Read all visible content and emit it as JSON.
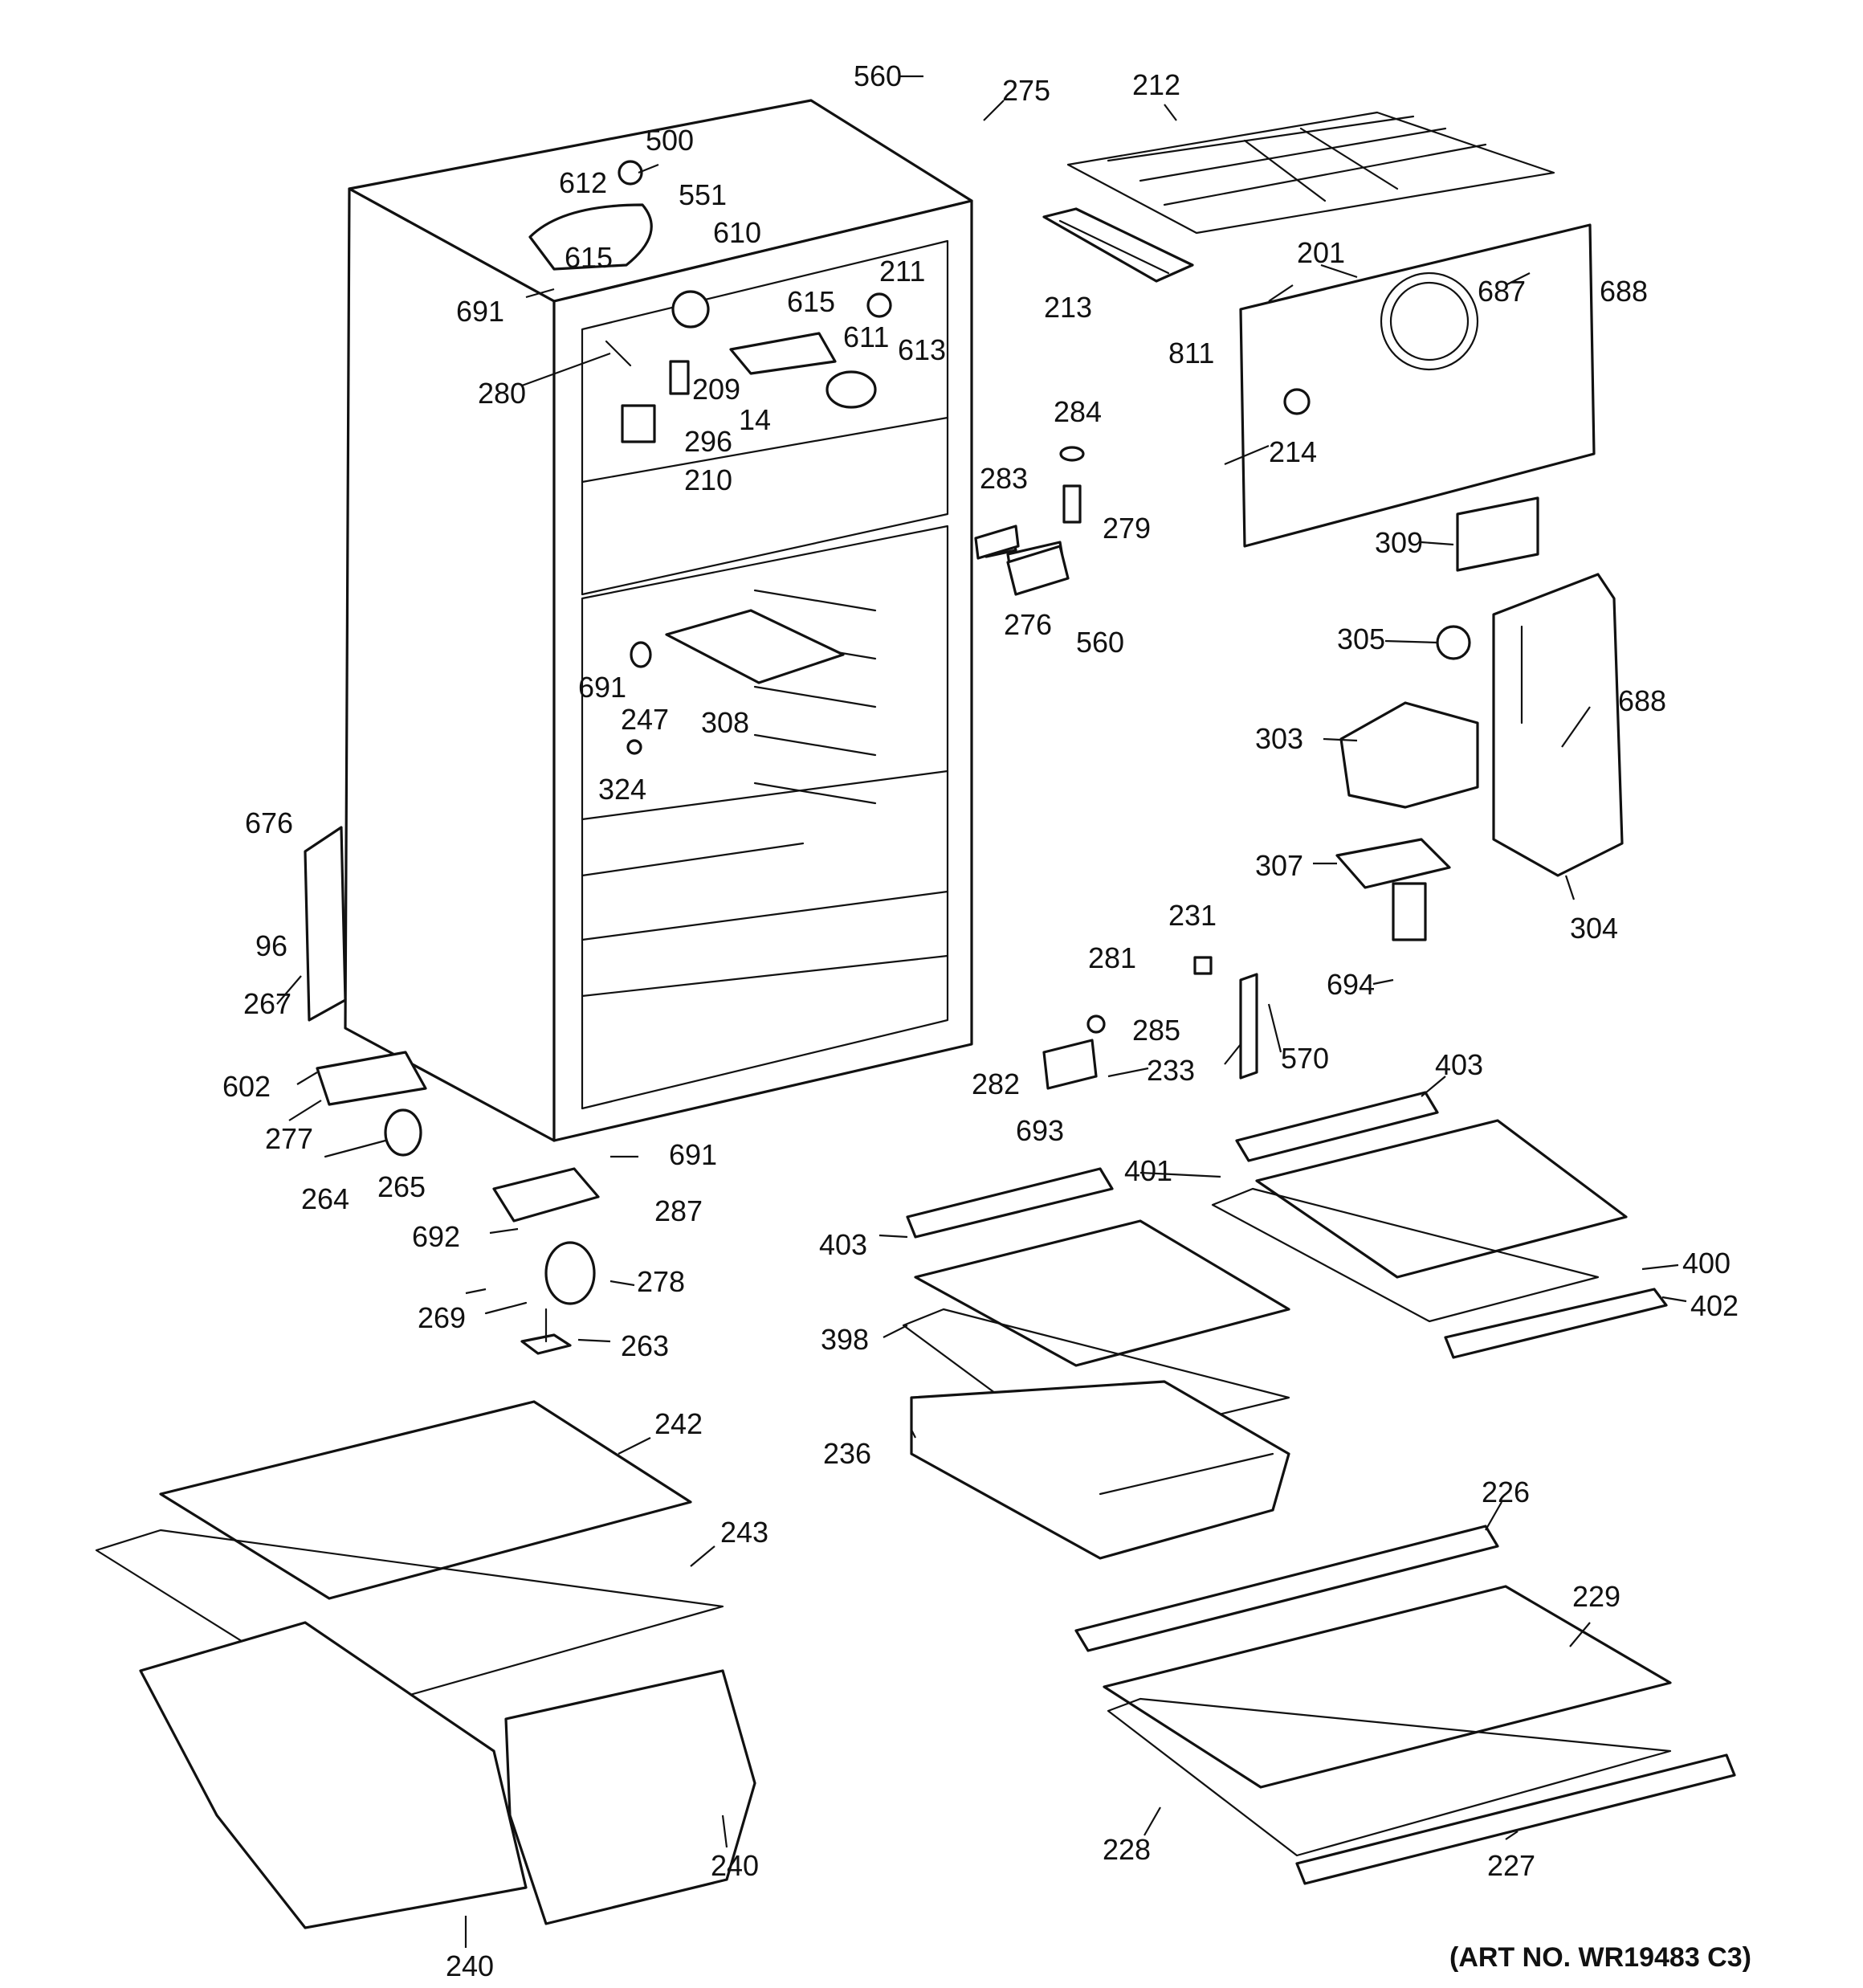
{
  "art_number": "(ART NO. WR19483 C3)",
  "callouts": [
    {
      "id": "560a",
      "text": "560"
    },
    {
      "id": "275",
      "text": "275"
    },
    {
      "id": "212",
      "text": "212"
    },
    {
      "id": "500",
      "text": "500"
    },
    {
      "id": "612",
      "text": "612"
    },
    {
      "id": "551",
      "text": "551"
    },
    {
      "id": "610",
      "text": "610"
    },
    {
      "id": "615a",
      "text": "615"
    },
    {
      "id": "691a",
      "text": "691"
    },
    {
      "id": "211",
      "text": "211"
    },
    {
      "id": "615b",
      "text": "615"
    },
    {
      "id": "611",
      "text": "611"
    },
    {
      "id": "613",
      "text": "613"
    },
    {
      "id": "280",
      "text": "280"
    },
    {
      "id": "209",
      "text": "209"
    },
    {
      "id": "14",
      "text": "14"
    },
    {
      "id": "296",
      "text": "296"
    },
    {
      "id": "210",
      "text": "210"
    },
    {
      "id": "213",
      "text": "213"
    },
    {
      "id": "811",
      "text": "811"
    },
    {
      "id": "201",
      "text": "201"
    },
    {
      "id": "687",
      "text": "687"
    },
    {
      "id": "688a",
      "text": "688"
    },
    {
      "id": "214",
      "text": "214"
    },
    {
      "id": "284",
      "text": "284"
    },
    {
      "id": "283",
      "text": "283"
    },
    {
      "id": "279",
      "text": "279"
    },
    {
      "id": "276",
      "text": "276"
    },
    {
      "id": "560b",
      "text": "560"
    },
    {
      "id": "309",
      "text": "309"
    },
    {
      "id": "305",
      "text": "305"
    },
    {
      "id": "688b",
      "text": "688"
    },
    {
      "id": "303",
      "text": "303"
    },
    {
      "id": "307",
      "text": "307"
    },
    {
      "id": "304",
      "text": "304"
    },
    {
      "id": "691b",
      "text": "691"
    },
    {
      "id": "247",
      "text": "247"
    },
    {
      "id": "308",
      "text": "308"
    },
    {
      "id": "324",
      "text": "324"
    },
    {
      "id": "676",
      "text": "676"
    },
    {
      "id": "96",
      "text": "96"
    },
    {
      "id": "267",
      "text": "267"
    },
    {
      "id": "231",
      "text": "231"
    },
    {
      "id": "281",
      "text": "281"
    },
    {
      "id": "285",
      "text": "285"
    },
    {
      "id": "694",
      "text": "694"
    },
    {
      "id": "233",
      "text": "233"
    },
    {
      "id": "570",
      "text": "570"
    },
    {
      "id": "282",
      "text": "282"
    },
    {
      "id": "693",
      "text": "693"
    },
    {
      "id": "403a",
      "text": "403"
    },
    {
      "id": "602",
      "text": "602"
    },
    {
      "id": "277",
      "text": "277"
    },
    {
      "id": "264",
      "text": "264"
    },
    {
      "id": "265",
      "text": "265"
    },
    {
      "id": "691c",
      "text": "691"
    },
    {
      "id": "287",
      "text": "287"
    },
    {
      "id": "692",
      "text": "692"
    },
    {
      "id": "278",
      "text": "278"
    },
    {
      "id": "269",
      "text": "269"
    },
    {
      "id": "263",
      "text": "263"
    },
    {
      "id": "401",
      "text": "401"
    },
    {
      "id": "403b",
      "text": "403"
    },
    {
      "id": "400",
      "text": "400"
    },
    {
      "id": "402",
      "text": "402"
    },
    {
      "id": "398",
      "text": "398"
    },
    {
      "id": "236",
      "text": "236"
    },
    {
      "id": "242",
      "text": "242"
    },
    {
      "id": "243",
      "text": "243"
    },
    {
      "id": "226",
      "text": "226"
    },
    {
      "id": "229",
      "text": "229"
    },
    {
      "id": "228",
      "text": "228"
    },
    {
      "id": "227",
      "text": "227"
    },
    {
      "id": "240a",
      "text": "240"
    },
    {
      "id": "240b",
      "text": "240"
    }
  ]
}
